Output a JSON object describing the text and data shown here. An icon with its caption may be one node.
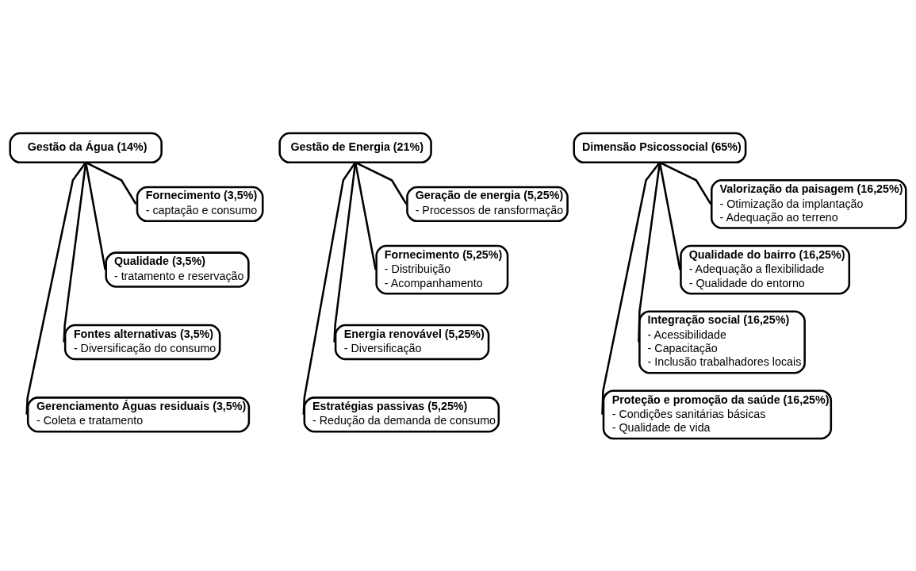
{
  "diagram": {
    "nodes": [
      {
        "text": [
          "Gestão da Água (14%)"
        ]
      },
      {
        "text": [
          "Fornecimento (3,5%)",
          "- captação e consumo"
        ]
      },
      {
        "text": [
          "Qualidade (3,5%)",
          "- tratamento e reservação"
        ]
      },
      {
        "text": [
          "Fontes alternativas (3,5%)",
          "- Diversificação do consumo"
        ]
      },
      {
        "text": [
          "Gerenciamento Águas residuais (3,5%)",
          "- Coleta e tratamento"
        ]
      },
      {
        "text": [
          "Gestão de Energia (21%)"
        ]
      },
      {
        "text": [
          "Geração de energia (5,25%)",
          "- Processos de ransformação"
        ]
      },
      {
        "text": [
          "Fornecimento (5,25%)",
          "- Distribuição",
          "- Acompanhamento"
        ]
      },
      {
        "text": [
          "Energia renovável (5,25%)",
          "- Diversificação"
        ]
      },
      {
        "text": [
          "Estratégias passivas (5,25%)",
          "- Redução da demanda de consumo"
        ]
      },
      {
        "text": [
          "Dimensão Psicossocial (65%)"
        ]
      },
      {
        "text": [
          "Valorização da paisagem (16,25%)",
          "- Otimização da implantação",
          "- Adequação ao terreno"
        ]
      },
      {
        "text": [
          "Qualidade do bairro (16,25%)",
          "- Adequação a flexibilidade",
          "- Qualidade do entorno"
        ]
      },
      {
        "text": [
          "Integração social (16,25%)",
          "- Acessibilidade",
          "- Capacitação",
          "- Inclusão trabalhadores locais"
        ]
      },
      {
        "text": [
          "Proteção e promoção da saúde (16,25%)",
          "- Condições sanitárias básicas",
          "- Qualidade de vida"
        ]
      }
    ],
    "edges": [
      {
        "from": 0,
        "to": 1,
        "arrow": "none"
      },
      {
        "from": 0,
        "to": 2,
        "arrow": "none"
      },
      {
        "from": 0,
        "to": 3,
        "arrow": "none"
      },
      {
        "from": 0,
        "to": 4,
        "arrow": "none"
      },
      {
        "from": 5,
        "to": 6,
        "arrow": "none"
      },
      {
        "from": 5,
        "to": 7,
        "arrow": "none"
      },
      {
        "from": 5,
        "to": 8,
        "arrow": "none"
      },
      {
        "from": 5,
        "to": 9,
        "arrow": "none"
      },
      {
        "from": 10,
        "to": 11,
        "arrow": "none"
      },
      {
        "from": 10,
        "to": 12,
        "arrow": "none"
      },
      {
        "from": 10,
        "to": 13,
        "arrow": "none"
      },
      {
        "from": 10,
        "to": 14,
        "arrow": "none"
      }
    ]
  }
}
